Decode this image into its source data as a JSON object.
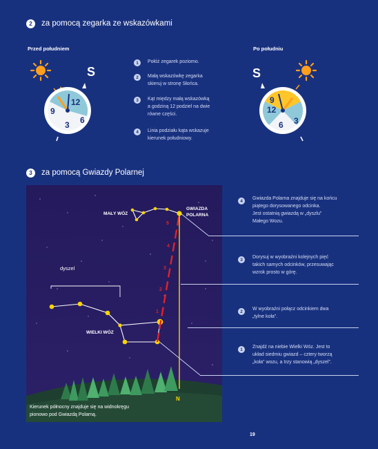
{
  "section2": {
    "badge": "2",
    "title": "za pomocą zegarka ze wskazówkami",
    "morning_label": "Przed południem",
    "afternoon_label": "Po południu",
    "compass_letter": "S",
    "steps": [
      {
        "num": "1",
        "lines": [
          "Połóż zegarek poziomo."
        ]
      },
      {
        "num": "2",
        "lines": [
          "Małą wskazówkę zegarka",
          "skieruj w stronę Słońca."
        ]
      },
      {
        "num": "3",
        "lines": [
          "Kąt między małą wskazówką",
          "a godziną 12 podziel na dwie",
          "równe części."
        ]
      },
      {
        "num": "4",
        "lines": [
          "Linia podziału kąta wskazuje",
          "kierunek południowy."
        ]
      }
    ],
    "clock_numbers": {
      "twelve": "12",
      "three": "3",
      "six": "6",
      "nine": "9"
    }
  },
  "section3": {
    "badge": "3",
    "title": "za pomocą Gwiazdy Polarnej",
    "sky": {
      "maly_woz": "MAŁY WÓZ",
      "gwiazda_polarna_1": "GWIAZDA",
      "gwiazda_polarna_2": "POLARNA",
      "dyszel": "dyszel",
      "wielki_woz": "WIELKI WÓZ",
      "segments": [
        "1",
        "2",
        "3",
        "4",
        "5"
      ],
      "north_marker": "N",
      "caption_1": "Kierunek północny znajduje się na widnokręgu",
      "caption_2": "pionowo pod Gwiazdą Polarną."
    },
    "steps": [
      {
        "num": "4",
        "lines": [
          "Gwiazda Polarna znajduje się na końcu",
          "piątego dorysowanego odcinka.",
          "Jest ostatnią gwiazdą w „dyszlu”",
          "Małego Wozu."
        ]
      },
      {
        "num": "3",
        "lines": [
          "Dorysuj w wyobraźni kolejnych pięć",
          "takich samych odcinków, przesuwając",
          "wzrok prosto w górę."
        ]
      },
      {
        "num": "2",
        "lines": [
          "W wyobraźni połącz odcinkiem dwa",
          "„tylne koła”."
        ]
      },
      {
        "num": "1",
        "lines": [
          "Znajdź na niebie Wielki Wóz. Jest to",
          "układ siedmiu gwiazd – cztery tworzą",
          "„koła” wozu, a trzy stanowią „dyszel”."
        ]
      }
    ]
  },
  "page_number": "19",
  "colors": {
    "background": "#18317f",
    "sky": "#241a5c",
    "star": "#ffd400",
    "red": "#e0222a",
    "sun": "#ff9f1c"
  }
}
